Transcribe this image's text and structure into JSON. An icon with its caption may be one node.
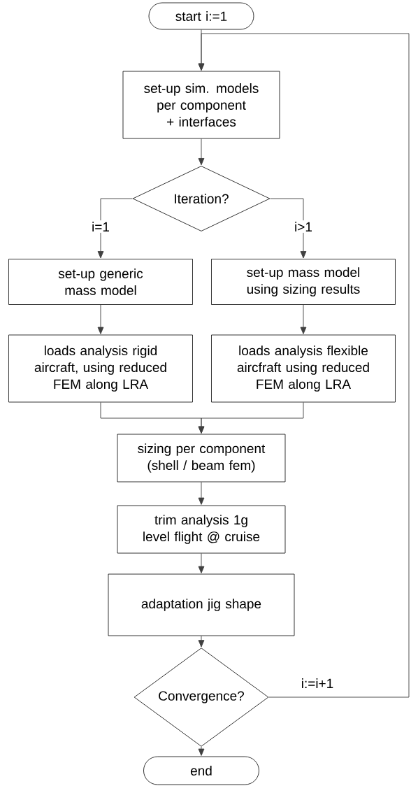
{
  "diagram": {
    "nodes": [
      {
        "text": [
          "start i:=1"
        ]
      },
      {
        "text": [
          "set-up sim. models per component + interfaces"
        ]
      },
      {
        "text": [
          "Iteration?"
        ]
      },
      {
        "text": [
          "set-up generic mass model"
        ]
      },
      {
        "text": [
          "set-up mass model using sizing results"
        ]
      },
      {
        "text": [
          "loads analysis rigid aircraft, using reduced FEM along LRA"
        ]
      },
      {
        "text": [
          "loads analysis flexible aircfraft using reduced FEM along LRA"
        ]
      },
      {
        "text": [
          "sizing per component (shell / beam fem)"
        ]
      },
      {
        "text": [
          "trim analysis 1g level flight @ cruise"
        ]
      },
      {
        "text": [
          "adaptation jig shape"
        ]
      },
      {
        "text": [
          "Convergence?"
        ]
      },
      {
        "text": [
          "end"
        ]
      }
    ],
    "edges": [
      {
        "from": 0,
        "to": 1,
        "arrow": "to"
      },
      {
        "from": 1,
        "to": 2,
        "arrow": "to"
      },
      {
        "from": 2,
        "to": 3,
        "arrow": "to",
        "label": "i=1"
      },
      {
        "from": 2,
        "to": 4,
        "arrow": "to",
        "label": "i>1"
      },
      {
        "from": 3,
        "to": 5,
        "arrow": "to"
      },
      {
        "from": 4,
        "to": 6,
        "arrow": "to"
      },
      {
        "from": 5,
        "to": 7,
        "arrow": "to"
      },
      {
        "from": 6,
        "to": 7,
        "arrow": "to"
      },
      {
        "from": 7,
        "to": 8,
        "arrow": "to"
      },
      {
        "from": 8,
        "to": 9,
        "arrow": "to"
      },
      {
        "from": 9,
        "to": 10,
        "arrow": "to"
      },
      {
        "from": 10,
        "to": 11,
        "arrow": "to"
      },
      {
        "from": 10,
        "to": 1,
        "arrow": "to",
        "label": "i:=i+1"
      }
    ]
  }
}
